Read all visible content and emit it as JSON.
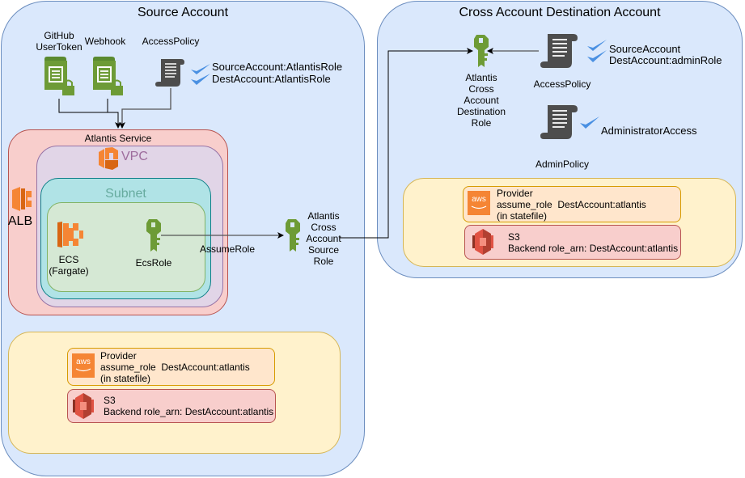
{
  "source_account": {
    "title": "Source Account",
    "github_token_label": "GitHub\nUserToken",
    "github_token_line1": "GitHub",
    "github_token_line2": "UserToken",
    "webhook_label": "Webhook",
    "access_policy_label": "AccessPolicy",
    "access_policy_items": [
      "SourceAccount:AtlantisRole",
      "DestAccount:AtlantisRole"
    ],
    "atlantis_service_label": "Atlantis Service",
    "vpc_label": "VPC",
    "subnet_label": "Subnet",
    "alb_label": "ALB",
    "ecs_label_line1": "ECS",
    "ecs_label_line2": "(Fargate)",
    "ecs_role_label": "EcsRole",
    "assume_role_label": "AssumeRole",
    "source_role_lines": [
      "Atlantis",
      "Cross",
      "Account",
      "Source",
      "Role"
    ],
    "provider": {
      "title": "Provider",
      "line2": "assume_role  DestAccount:atlantis",
      "line3": "(in statefile)",
      "icon_text": "aws"
    },
    "s3": {
      "title": "S3",
      "line2": "Backend role_arn: DestAccount:atlantis"
    }
  },
  "dest_account": {
    "title": "Cross Account Destination Account",
    "dest_role_lines": [
      "Atlantis",
      "Cross",
      "Account",
      "Destination",
      "Role"
    ],
    "access_policy_label": "AccessPolicy",
    "access_policy_items": [
      "SourceAccount",
      "DestAccount:adminRole"
    ],
    "admin_policy_label": "AdminPolicy",
    "admin_policy_items": [
      "AdministratorAccess"
    ],
    "provider": {
      "title": "Provider",
      "line2": "assume_role  DestAccount:atlantis",
      "line3": "(in statefile)",
      "icon_text": "aws"
    },
    "s3": {
      "title": "S3",
      "line2": "Backend role_arn: DestAccount:atlantis"
    }
  },
  "colors": {
    "account_fill": "#dae8fc",
    "account_stroke": "#6c8ebf",
    "service_fill": "#f8cecc",
    "service_stroke": "#b85450",
    "vpc_fill": "#e1d5e7",
    "vpc_stroke": "#9673a6",
    "subnet_fill": "#b0e3e6",
    "subnet_stroke": "#0e8088",
    "inner_fill": "#d5e8d4",
    "inner_stroke": "#82b366",
    "yellow_fill": "#fff2cc",
    "yellow_stroke": "#d6b656",
    "provider_fill": "#ffe6cc",
    "provider_stroke": "#d79b00",
    "s3_fill": "#f8cecc",
    "s3_stroke": "#b85450",
    "aws_orange": "#f58534",
    "iam_green": "#6d9b36",
    "check_blue": "#4a90e2",
    "policy_gray": "#4d4d4d"
  }
}
